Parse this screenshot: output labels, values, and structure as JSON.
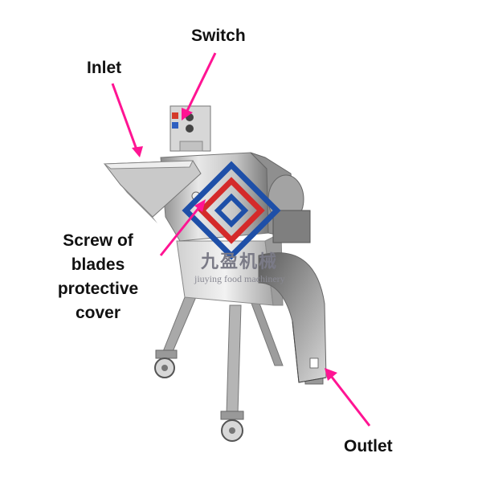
{
  "labels": {
    "switch": "Switch",
    "inlet": "Inlet",
    "screw_line1": "Screw of",
    "screw_line2": "blades",
    "screw_line3": "protective",
    "screw_line4": "cover",
    "outlet": "Outlet"
  },
  "watermark": {
    "chinese": "九盈机械",
    "english": "jiuying food machinery"
  },
  "colors": {
    "arrow": "#ff1493",
    "steel_light": "#e4e4e4",
    "steel_mid": "#b8b8b8",
    "steel_dark": "#6e6e6e",
    "logo_blue": "#1e4fa8",
    "logo_red": "#d42a2a"
  }
}
